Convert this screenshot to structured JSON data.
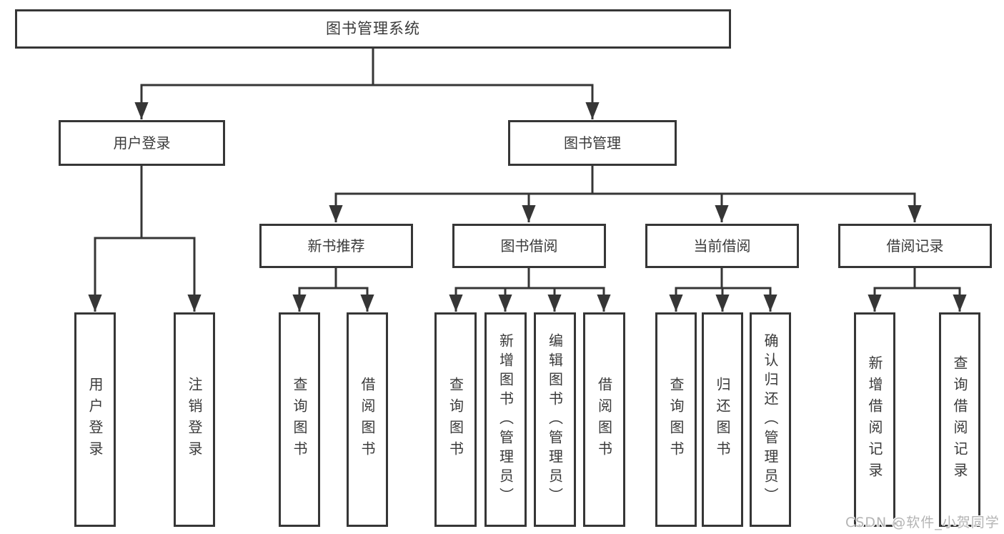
{
  "colors": {
    "background": "#ffffff",
    "line": "#363636",
    "box_border": "#363636",
    "text": "#3a3a3a",
    "watermark": "#b4b4b4"
  },
  "tree": {
    "label": "图书管理系统",
    "children": [
      {
        "label": "用户登录",
        "children": [
          {
            "label": "用户登录"
          },
          {
            "label": "注销登录"
          }
        ]
      },
      {
        "label": "图书管理",
        "children": [
          {
            "label": "新书推荐",
            "children": [
              {
                "label": "查询图书"
              },
              {
                "label": "借阅图书"
              }
            ]
          },
          {
            "label": "图书借阅",
            "children": [
              {
                "label": "查询图书"
              },
              {
                "label": "新增图书（管理员）"
              },
              {
                "label": "编辑图书（管理员）"
              },
              {
                "label": "借阅图书"
              }
            ]
          },
          {
            "label": "当前借阅",
            "children": [
              {
                "label": "查询图书"
              },
              {
                "label": "归还图书"
              },
              {
                "label": "确认归还（管理员）"
              }
            ]
          },
          {
            "label": "借阅记录",
            "children": [
              {
                "label": "新增借阅记录"
              },
              {
                "label": "查询借阅记录"
              }
            ]
          }
        ]
      }
    ]
  },
  "watermark": {
    "text": "CSDN @软件_小贺同学"
  }
}
